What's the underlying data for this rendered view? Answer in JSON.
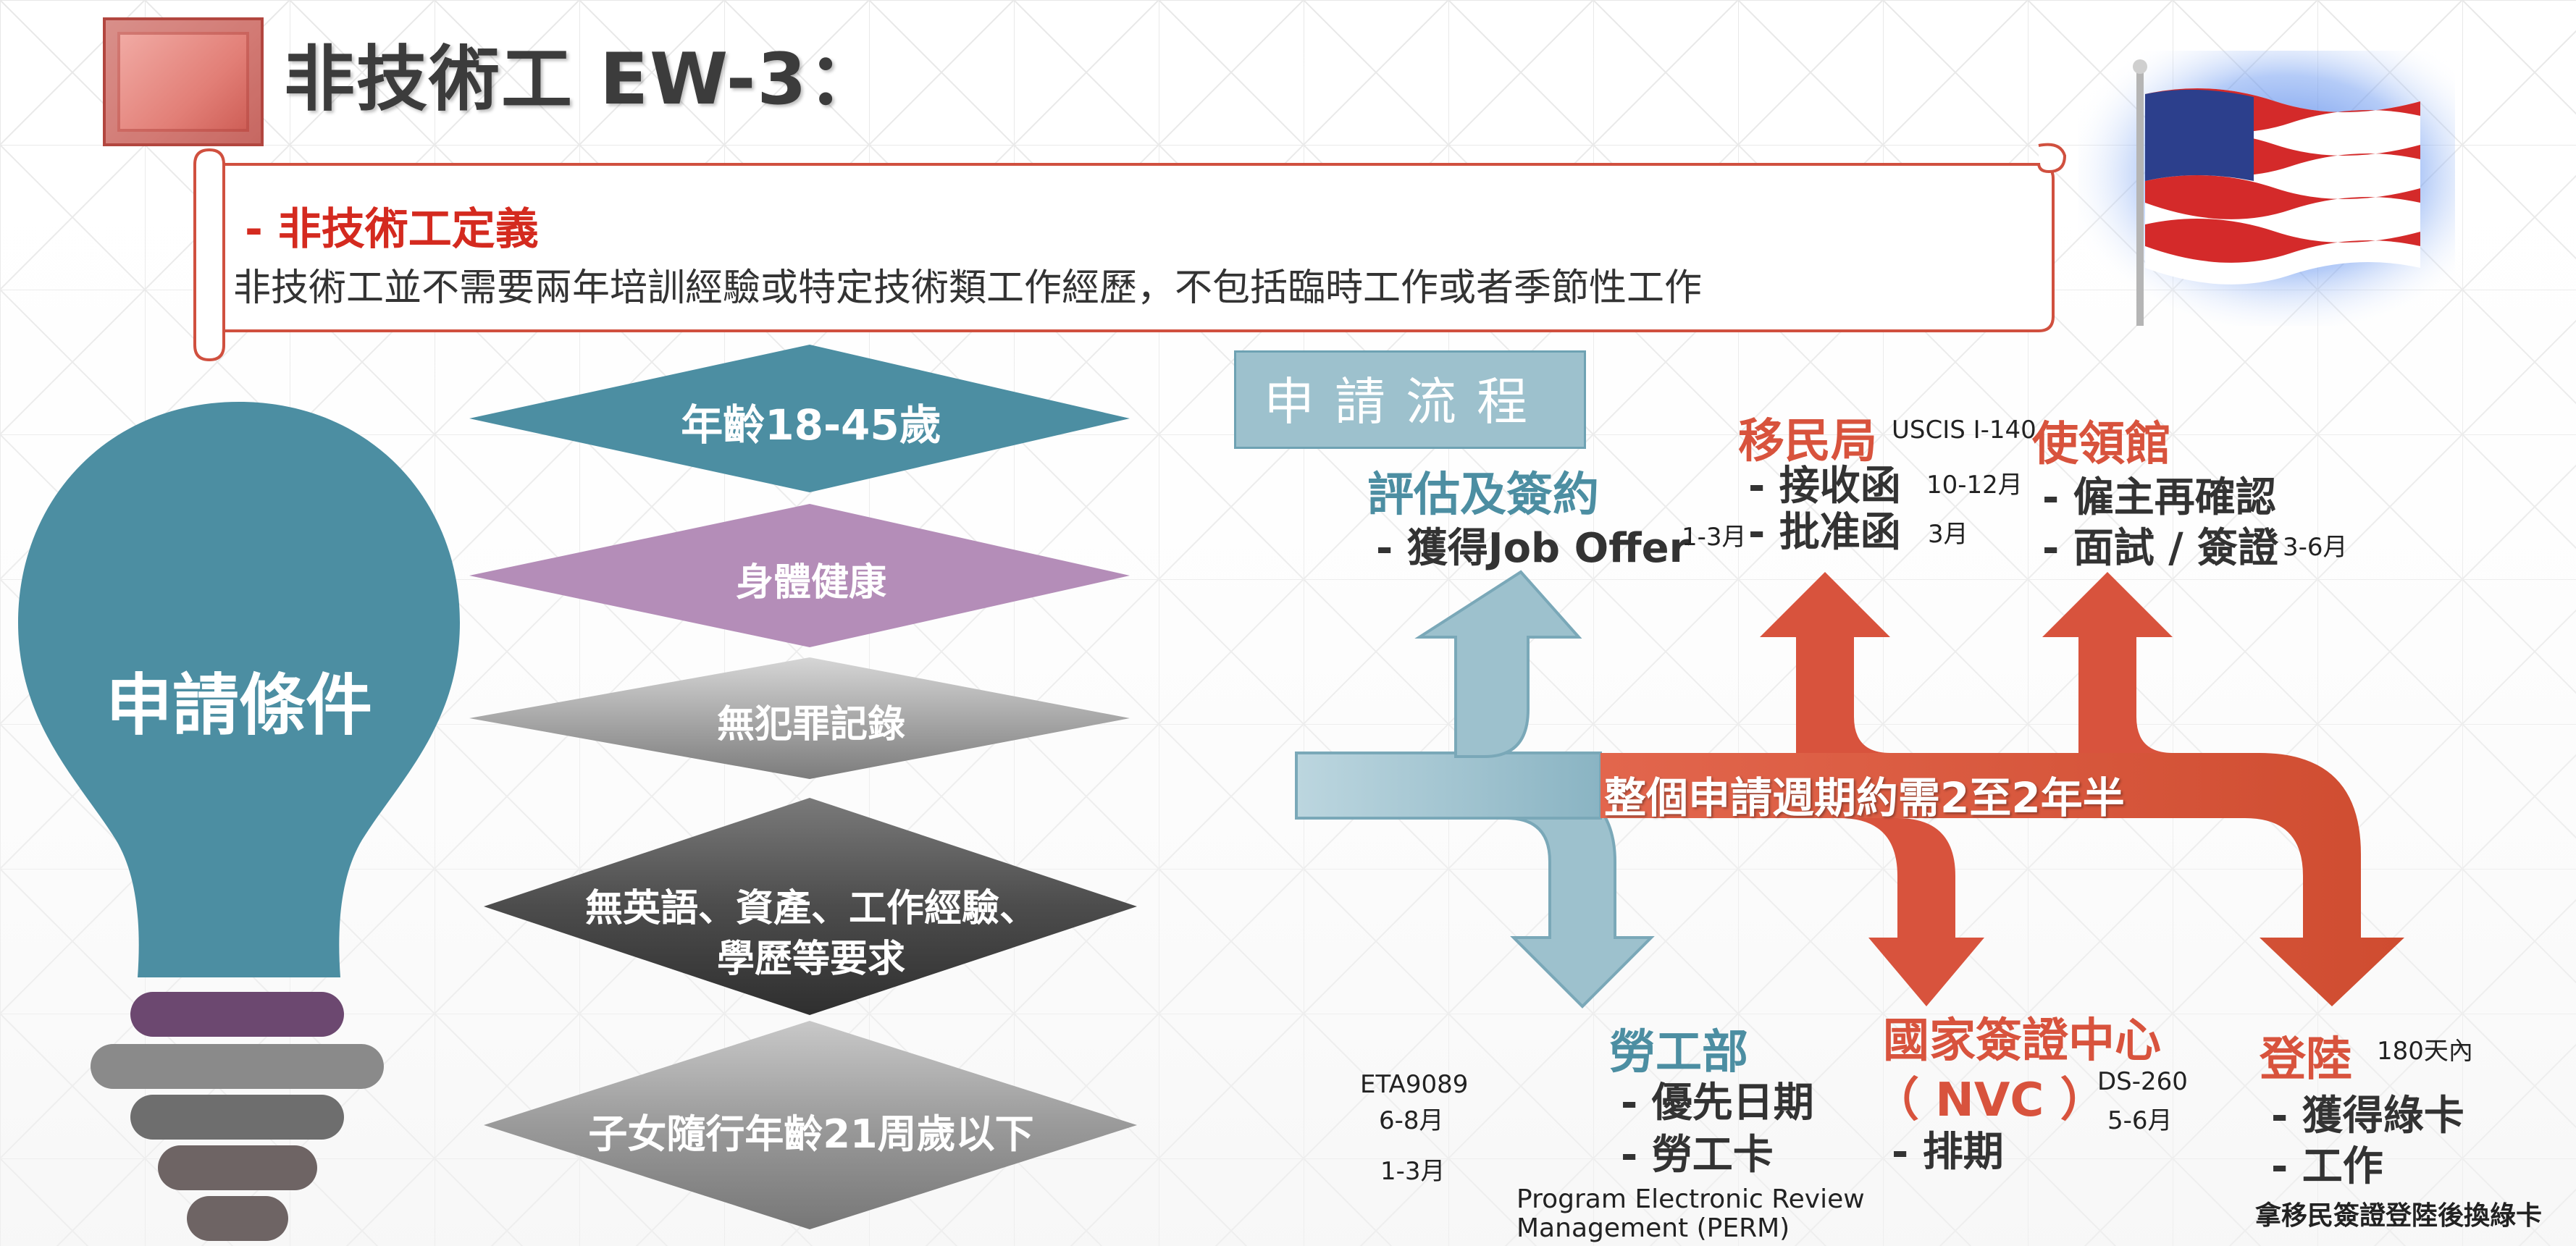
{
  "title": "非技術工 EW-3：",
  "definition": {
    "heading": "- 非技術工定義",
    "text": "非技術工並不需要兩年培訓經驗或特定技術類工作經歷，不包括臨時工作或者季節性工作"
  },
  "requirements": {
    "label": "申請條件",
    "items": [
      "年齡18-45歲",
      "身體健康",
      "無犯罪記錄",
      "無英語、資產、工作經驗、",
      "學歷等要求",
      "子女隨行年齡21周歲以下"
    ]
  },
  "process": {
    "label": "申請流程",
    "cycle": "整個申請週期約需2至2年半",
    "steps": {
      "evaluate": {
        "title": "評估及簽約",
        "item": "- 獲得Job Offer",
        "time": "1-3月"
      },
      "uscis": {
        "title": "移民局",
        "form": "USCIS I-140",
        "items": [
          "- 接收函",
          "- 批准函"
        ],
        "times": [
          "10-12月",
          "3月"
        ]
      },
      "consulate": {
        "title": "使領館",
        "items": [
          "- 僱主再確認",
          "- 面試 / 簽證"
        ],
        "time": "3-6月"
      },
      "labor": {
        "title": "勞工部",
        "items": [
          "- 優先日期",
          "- 勞工卡"
        ],
        "form": "ETA9089",
        "form_time": "6-8月",
        "time": "1-3月",
        "perm_line1": "Program Electronic Review",
        "perm_line2": "Management (PERM)"
      },
      "nvc": {
        "title": "國家簽證中心",
        "subtitle": "（ NVC ）",
        "item": "- 排期",
        "form": "DS-260",
        "time": "5-6月"
      },
      "landing": {
        "title": "登陸",
        "time": "180天內",
        "items": [
          "- 獲得綠卡",
          "- 工作"
        ],
        "note": "拿移民簽證登陸後換綠卡"
      }
    }
  },
  "colors": {
    "teal": "#4c8ea2",
    "teal_light": "#9dc1cd",
    "purple": "#b48db8",
    "red": "#d8533d",
    "grey": "#9a9a9a",
    "dark_grey": "#5a5a5a"
  }
}
